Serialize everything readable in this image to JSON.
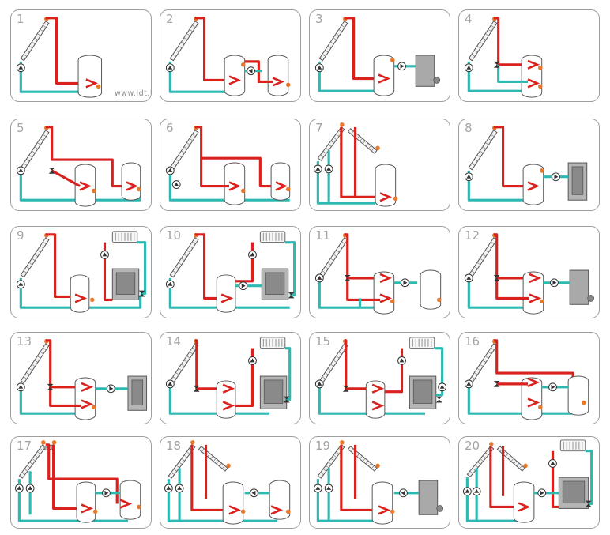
{
  "watermark": "www.idt.lt",
  "diagrams": [
    {
      "label": "1"
    },
    {
      "label": "2"
    },
    {
      "label": "3"
    },
    {
      "label": "4"
    },
    {
      "label": "5"
    },
    {
      "label": "6"
    },
    {
      "label": "7"
    },
    {
      "label": "8"
    },
    {
      "label": "9"
    },
    {
      "label": "10"
    },
    {
      "label": "11"
    },
    {
      "label": "12"
    },
    {
      "label": "13"
    },
    {
      "label": "14"
    },
    {
      "label": "15"
    },
    {
      "label": "16"
    },
    {
      "label": "17"
    },
    {
      "label": "18"
    },
    {
      "label": "19"
    },
    {
      "label": "20"
    }
  ],
  "colors": {
    "hot": "#d9211d",
    "cold": "#2eb8b2",
    "sensor": "#e8782a",
    "border": "#9e9e9e",
    "tank": "#555555",
    "boiler": "#a9a9a9"
  }
}
